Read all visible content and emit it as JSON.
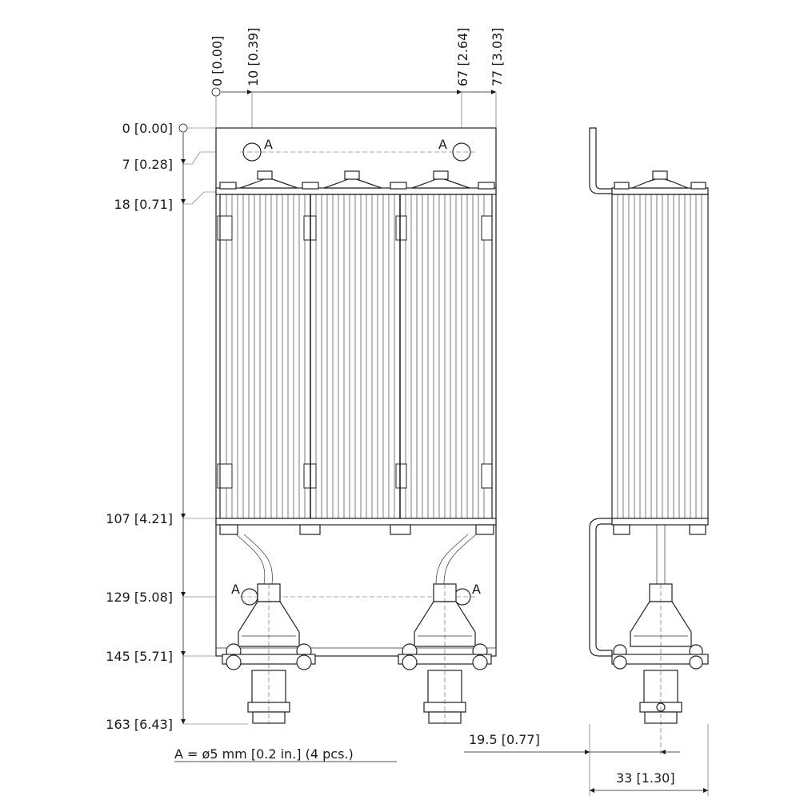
{
  "dimensions": {
    "horizontal_top": [
      {
        "id": "h0",
        "label": "0 [0.00]"
      },
      {
        "id": "h10",
        "label": "10 [0.39]"
      },
      {
        "id": "h67",
        "label": "67 [2.64]"
      },
      {
        "id": "h77",
        "label": "77 [3.03]"
      }
    ],
    "vertical_left": [
      {
        "id": "v0",
        "label": "0 [0.00]"
      },
      {
        "id": "v7",
        "label": "7 [0.28]"
      },
      {
        "id": "v18",
        "label": "18 [0.71]"
      },
      {
        "id": "v107",
        "label": "107 [4.21]"
      },
      {
        "id": "v129",
        "label": "129 [5.08]"
      },
      {
        "id": "v145",
        "label": "145 [5.71]"
      },
      {
        "id": "v163",
        "label": "163 [6.43]"
      }
    ],
    "side_view": [
      {
        "id": "s195",
        "label": "19.5 [0.77]"
      },
      {
        "id": "s33",
        "label": "33 [1.30]"
      }
    ]
  },
  "hole_marks": {
    "label": "A"
  },
  "note": {
    "text": "A = ø5 mm [0.2 in.] (4 pcs.)"
  }
}
